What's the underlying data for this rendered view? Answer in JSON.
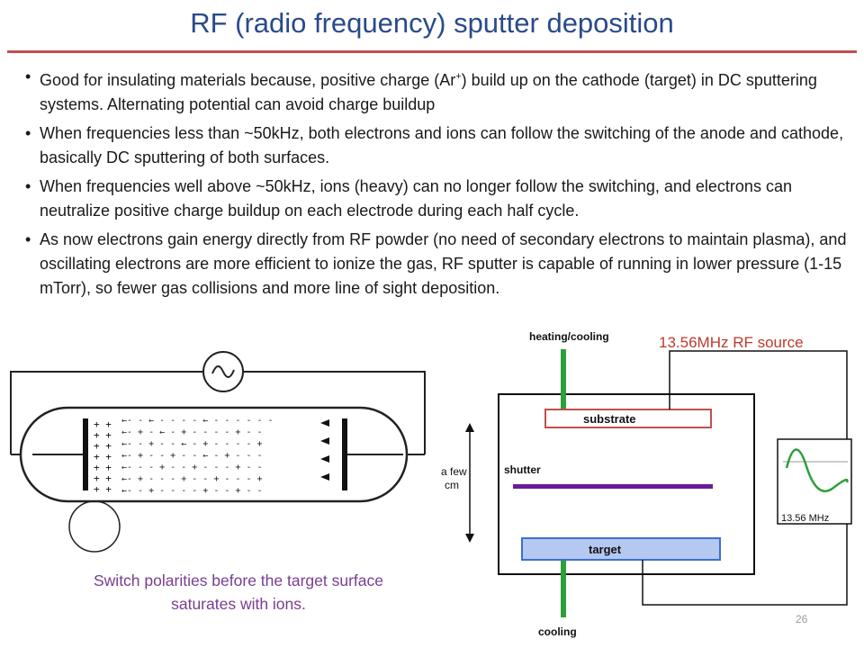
{
  "slide": {
    "title": "RF (radio frequency) sputter deposition",
    "page_number": "26",
    "colors": {
      "title": "#2a4a8c",
      "rule": "#c0504d",
      "rf_label": "#c0392b",
      "caption": "#7a3d8f"
    }
  },
  "bullets": [
    {
      "pre": "Good for insulating materials because, positive charge (Ar",
      "sup": "+",
      "post": ") build up on the cathode (target) in DC sputtering systems. Alternating potential can avoid charge buildup"
    },
    {
      "pre": "When frequencies less than ~50kHz, both electrons and ions can follow the switching of the anode and cathode, basically DC sputtering of both surfaces.",
      "sup": "",
      "post": ""
    },
    {
      "pre": "When frequencies well above ~50kHz, ions (heavy) can no longer follow the switching, and electrons can neutralize positive charge buildup on each electrode during each half cycle.",
      "sup": "",
      "post": ""
    },
    {
      "pre": "As now electrons gain energy directly from RF powder (no need of secondary electrons to maintain plasma), and oscillating electrons are more efficient to ionize the gas, RF sputter is capable of running in lower pressure (1-15 mTorr), so fewer gas collisions and  more line of sight deposition.",
      "sup": "",
      "post": ""
    }
  ],
  "left_figure": {
    "caption": "Switch polarities before the target surface saturates with ions.",
    "icons": [
      "ac-source-icon",
      "plus-sign-icon",
      "minus-sign-icon"
    ]
  },
  "right_figure": {
    "rf_source_label": "13.56MHz RF source",
    "heating_cooling": "heating/cooling",
    "substrate": "substrate",
    "shutter": "shutter",
    "a_few": "a few",
    "cm": "cm",
    "target": "target",
    "cooling": "cooling",
    "scope_label": "13.56 MHz",
    "colors": {
      "pipe": "#2e9e3a",
      "shutter": "#6a1b9a",
      "substrate": "#c0504d",
      "target": "#3d6fd1",
      "wave": "#2e9e3a"
    }
  }
}
